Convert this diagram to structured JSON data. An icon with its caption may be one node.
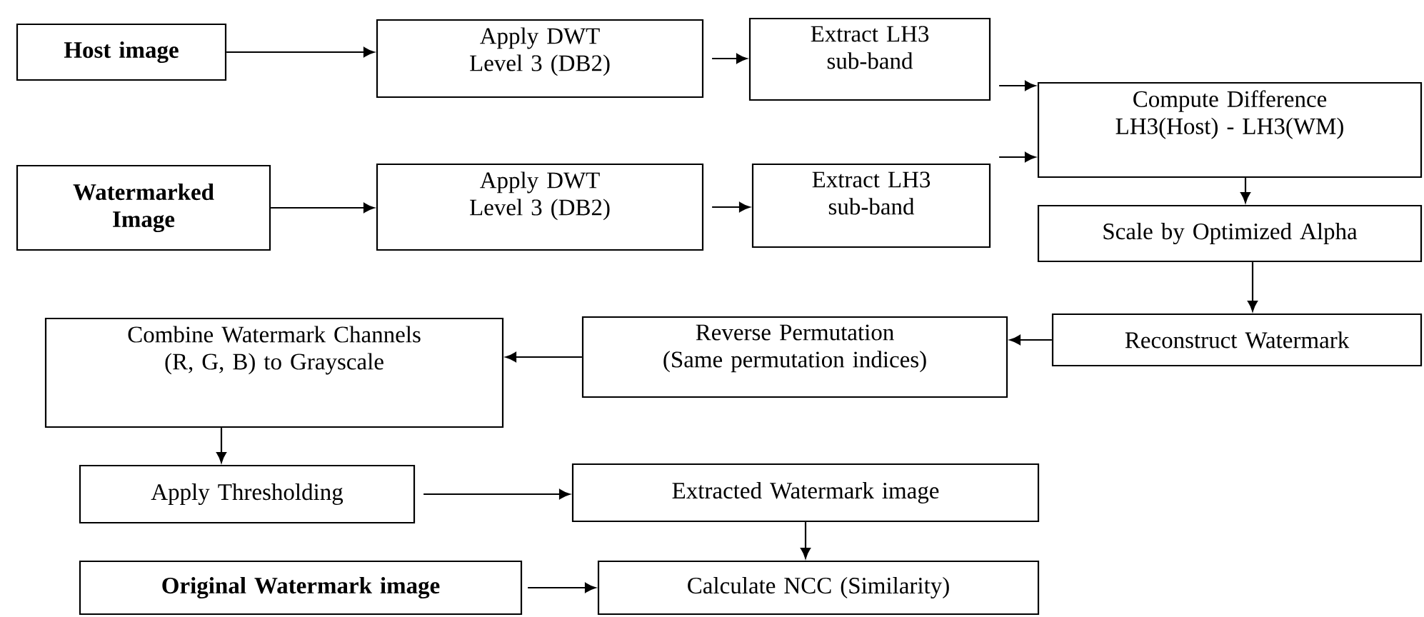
{
  "diagram": {
    "nodes": [
      {
        "text": [
          "Host image"
        ]
      },
      {
        "text": [
          "Apply DWT Level 3 (DB2)"
        ]
      },
      {
        "text": [
          "Extract LH3 sub-band"
        ]
      },
      {
        "text": [
          "Compute Difference LH3(Host) - LH3(WM)"
        ]
      },
      {
        "text": [
          "Watermarked Image"
        ]
      },
      {
        "text": [
          "Apply DWT Level 3 (DB2)"
        ]
      },
      {
        "text": [
          "Extract LH3 sub-band"
        ]
      },
      {
        "text": [
          "Scale by Optimized Alpha"
        ]
      },
      {
        "text": [
          "Reconstruct Watermark"
        ]
      },
      {
        "text": [
          "Reverse Permutation (Same permutation indices)"
        ]
      },
      {
        "text": [
          "Combine Watermark Channels (R, G, B) to Grayscale"
        ]
      },
      {
        "text": [
          "Apply Thresholding"
        ]
      },
      {
        "text": [
          "Extracted Watermark image"
        ]
      },
      {
        "text": [
          "Original Watermark image"
        ]
      },
      {
        "text": [
          "Calculate NCC (Similarity)"
        ]
      }
    ],
    "edges": [
      {
        "from": 0,
        "to": 1,
        "arrow": "to"
      },
      {
        "from": 1,
        "to": 2,
        "arrow": "to"
      },
      {
        "from": 2,
        "to": 3,
        "arrow": "to"
      },
      {
        "from": 4,
        "to": 5,
        "arrow": "to"
      },
      {
        "from": 5,
        "to": 6,
        "arrow": "to"
      },
      {
        "from": 6,
        "to": 3,
        "arrow": "to"
      },
      {
        "from": 3,
        "to": 7,
        "arrow": "to"
      },
      {
        "from": 7,
        "to": 8,
        "arrow": "to"
      },
      {
        "from": 8,
        "to": 9,
        "arrow": "to"
      },
      {
        "from": 9,
        "to": 10,
        "arrow": "to"
      },
      {
        "from": 10,
        "to": 11,
        "arrow": "to"
      },
      {
        "from": 11,
        "to": 12,
        "arrow": "to"
      },
      {
        "from": 12,
        "to": 14,
        "arrow": "to"
      },
      {
        "from": 13,
        "to": 14,
        "arrow": "to"
      }
    ]
  }
}
